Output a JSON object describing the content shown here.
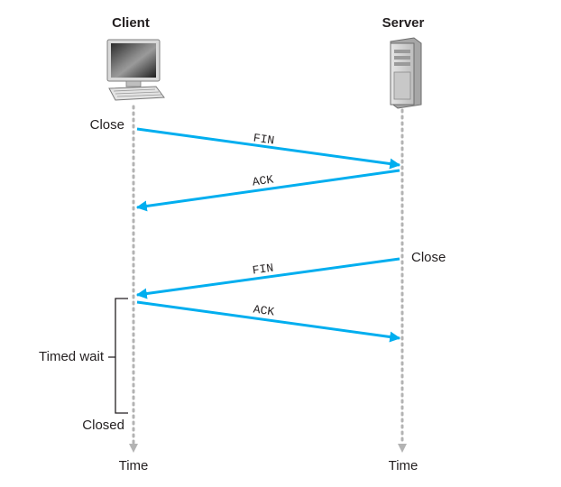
{
  "header": {
    "client": "Client",
    "server": "Server"
  },
  "client_events": {
    "close": "Close",
    "timed_wait": "Timed wait",
    "closed": "Closed"
  },
  "server_events": {
    "close": "Close"
  },
  "time_labels": {
    "client": "Time",
    "server": "Time"
  },
  "messages": [
    {
      "label": "FIN",
      "from": "client",
      "to": "server"
    },
    {
      "label": "ACK",
      "from": "server",
      "to": "client"
    },
    {
      "label": "FIN",
      "from": "server",
      "to": "client"
    },
    {
      "label": "ACK",
      "from": "client",
      "to": "server"
    }
  ],
  "colors": {
    "arrow": "#00aeef",
    "timeline": "#b3b3b3",
    "text": "#231f20"
  },
  "icons": {
    "client": "desktop-computer-icon",
    "server": "server-tower-icon"
  }
}
